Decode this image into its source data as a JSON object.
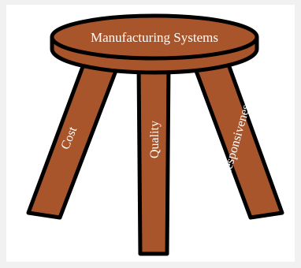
{
  "diagram": {
    "seat_label": "Manufacturing Systems",
    "legs": [
      {
        "label": "Cost"
      },
      {
        "label": "Quality"
      },
      {
        "label": "Responsiveness"
      }
    ]
  },
  "colors": {
    "wood": "#a9552c",
    "outline": "#000000",
    "text": "#ffffff",
    "background": "#f1f1f1"
  }
}
